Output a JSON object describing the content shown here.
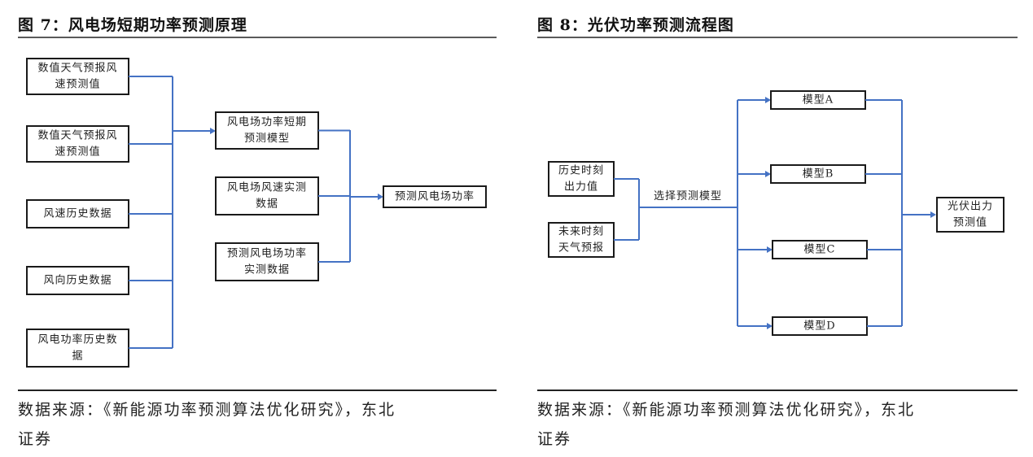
{
  "figure7": {
    "title": "图 7：风电场短期功率预测原理",
    "source_line1": "数据来源：《新能源功率预测算法优化研究》，东北",
    "source_line2": "证券",
    "inputs": [
      {
        "lines": [
          "数值天气预报风",
          "速预测值"
        ]
      },
      {
        "lines": [
          "数值天气预报风",
          "速预测值"
        ]
      },
      {
        "lines": [
          "风速历史数据"
        ]
      },
      {
        "lines": [
          "风向历史数据"
        ]
      },
      {
        "lines": [
          "风电功率历史数",
          "据"
        ]
      }
    ],
    "middle": [
      {
        "lines": [
          "风电场功率短期",
          "预测模型"
        ]
      },
      {
        "lines": [
          "风电场风速实测",
          "数据"
        ]
      },
      {
        "lines": [
          "预测风电场功率",
          "实测数据"
        ]
      }
    ],
    "output": {
      "lines": [
        "预测风电场功率"
      ]
    }
  },
  "figure8": {
    "title": "图 8：光伏功率预测流程图",
    "source_line1": "数据来源：《新能源功率预测算法优化研究》，东北",
    "source_line2": "证券",
    "inputs": [
      {
        "lines": [
          "历史时刻",
          "出力值"
        ]
      },
      {
        "lines": [
          "未来时刻",
          "天气预报"
        ]
      }
    ],
    "edge_label": "选择预测模型",
    "models": [
      {
        "lines": [
          "模型A"
        ]
      },
      {
        "lines": [
          "模型B"
        ]
      },
      {
        "lines": [
          "模型C"
        ]
      },
      {
        "lines": [
          "模型D"
        ]
      }
    ],
    "output": {
      "lines": [
        "光伏出力",
        "预测值"
      ]
    }
  },
  "colors": {
    "connector": "#4472c4",
    "box_border": "#1a1a1a",
    "rule": "#5a5a5a"
  }
}
